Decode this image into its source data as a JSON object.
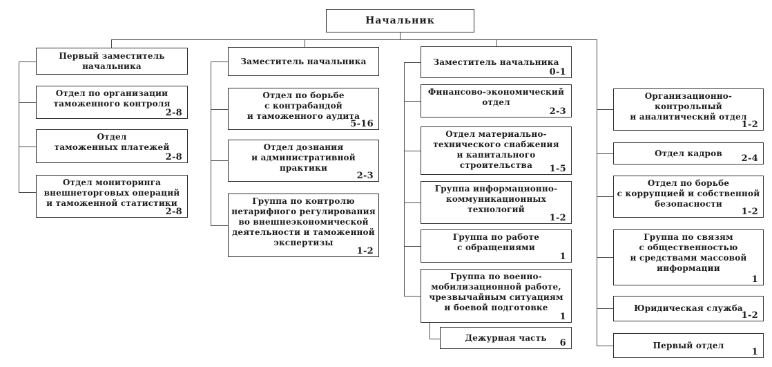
{
  "chief": {
    "label": "Начальник"
  },
  "col1": {
    "head": {
      "label": "Первый заместитель\nначальника"
    },
    "items": [
      {
        "label": "Отдел по организации\nтаможенного контроля",
        "count": "2-8"
      },
      {
        "label": "Отдел\nтаможенных платежей",
        "count": "2-8"
      },
      {
        "label": "Отдел мониторинга\nвнешнеторговых операций\nи таможенной статистики",
        "count": "2-8"
      }
    ]
  },
  "col2": {
    "head": {
      "label": "Заместитель начальника"
    },
    "items": [
      {
        "label": "Отдел по борьбе\nс контрабандой\nи таможенного аудита",
        "count": "5-16"
      },
      {
        "label": "Отдел дознания\nи административной\nпрактики",
        "count": "2-3"
      },
      {
        "label": "Группа по контролю\nнетарифного регулирования\nво внешнеэкономической\nдеятельности и таможенной\nэкспертизы",
        "count": "1-2"
      }
    ]
  },
  "col3": {
    "head": {
      "label": "Заместитель начальника",
      "count": "0-1"
    },
    "items": [
      {
        "label": "Финансово-экономический\nотдел",
        "count": "2-3"
      },
      {
        "label": "Отдел материально-\nтехнического снабжения\nи капитального\nстроительства",
        "count": "1-5"
      },
      {
        "label": "Группа информационно-\nкоммуникационных\nтехнологий",
        "count": "1-2"
      },
      {
        "label": "Группа по работе\nс обращениями",
        "count": "1"
      },
      {
        "label": "Группа по военно-\nмобилизационной работе,\nчрезвычайным ситуациям\nи боевой подготовке",
        "count": "1"
      }
    ],
    "duty": {
      "label": "Дежурная часть",
      "count": "6"
    }
  },
  "col4": {
    "items": [
      {
        "label": "Организационно-\nконтрольный\nи аналитический отдел",
        "count": "1-2"
      },
      {
        "label": "Отдел кадров",
        "count": "2-4"
      },
      {
        "label": "Отдел по борьбе\nс коррупцией и собственной\nбезопасности",
        "count": "1-2"
      },
      {
        "label": "Группа по связям\nс общественностью\nи средствами массовой\nинформации",
        "count": "1"
      },
      {
        "label": "Юридическая служба",
        "count": "1-2"
      },
      {
        "label": "Первый отдел",
        "count": "1"
      }
    ]
  }
}
